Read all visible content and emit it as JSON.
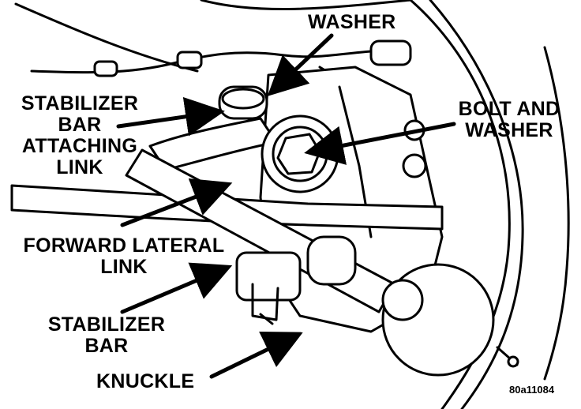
{
  "labels": {
    "washer": "WASHER",
    "stabilizer_bar_attaching_link": [
      "STABILIZER",
      "BAR",
      "ATTACHING",
      "LINK"
    ],
    "bolt_and_washer": [
      "BOLT AND",
      "WASHER"
    ],
    "forward_lateral_link": [
      "FORWARD LATERAL",
      "LINK"
    ],
    "stabilizer_bar": [
      "STABILIZER",
      "BAR"
    ],
    "knuckle": "KNUCKLE"
  },
  "figure_code": "80a11084",
  "colors": {
    "ink": "#000000",
    "paper": "#ffffff"
  }
}
